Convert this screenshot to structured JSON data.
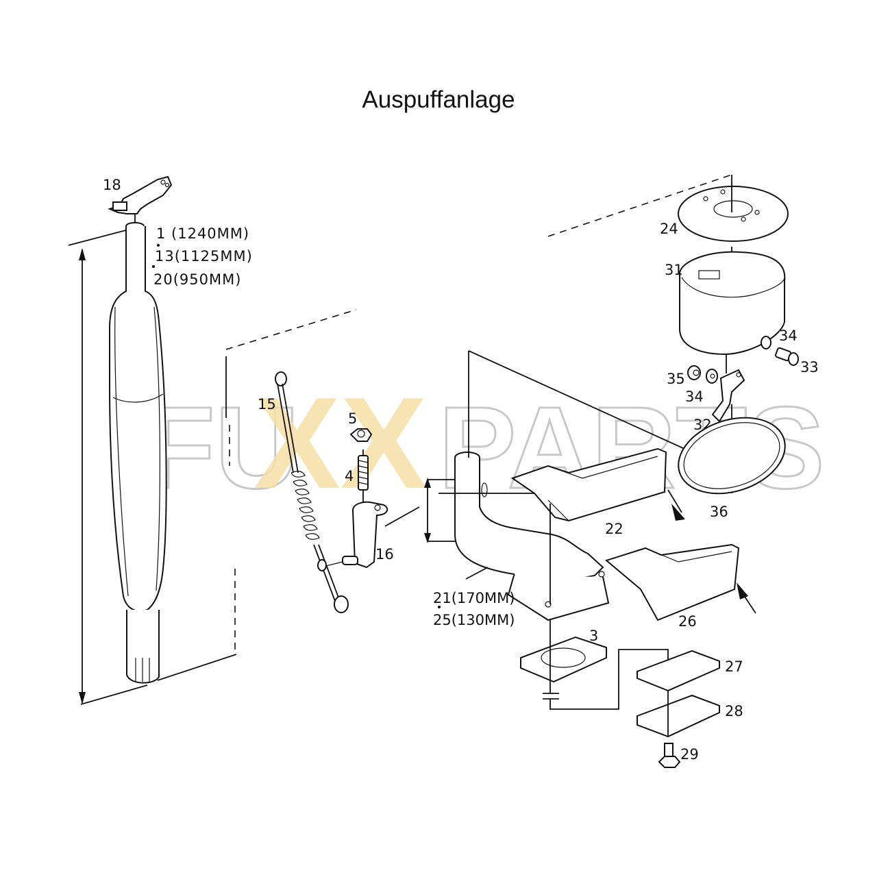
{
  "title": "Auspuffanlage",
  "watermark": {
    "text_left": "FU",
    "text_x": "XX",
    "text_right": "PARTS",
    "x_color": "#f5d89a",
    "outline_color": "#c8c8c8"
  },
  "labels": {
    "p18": "18",
    "p1": "1 (1240MM)",
    "p13": "13(1125MM)",
    "p20": "20(950MM)",
    "p15": "15",
    "p5": "5",
    "p4": "4",
    "p16": "16",
    "p21": "21(170MM)",
    "p25": "25(130MM)",
    "p3": "3",
    "p22": "22",
    "p26": "26",
    "p24": "24",
    "p31": "31",
    "p34a": "34",
    "p33": "33",
    "p35": "35",
    "p34b": "34",
    "p32": "32",
    "p36": "36",
    "p27": "27",
    "p28": "28",
    "p29": "29"
  },
  "parts": [
    {
      "no": "1",
      "length": "1240MM"
    },
    {
      "no": "3"
    },
    {
      "no": "4"
    },
    {
      "no": "5"
    },
    {
      "no": "13",
      "length": "1125MM"
    },
    {
      "no": "15"
    },
    {
      "no": "16"
    },
    {
      "no": "18"
    },
    {
      "no": "20",
      "length": "950MM"
    },
    {
      "no": "21",
      "length": "170MM"
    },
    {
      "no": "22"
    },
    {
      "no": "24"
    },
    {
      "no": "25",
      "length": "130MM"
    },
    {
      "no": "26"
    },
    {
      "no": "27"
    },
    {
      "no": "28"
    },
    {
      "no": "29"
    },
    {
      "no": "31"
    },
    {
      "no": "32"
    },
    {
      "no": "33"
    },
    {
      "no": "34"
    },
    {
      "no": "35"
    },
    {
      "no": "36"
    }
  ]
}
